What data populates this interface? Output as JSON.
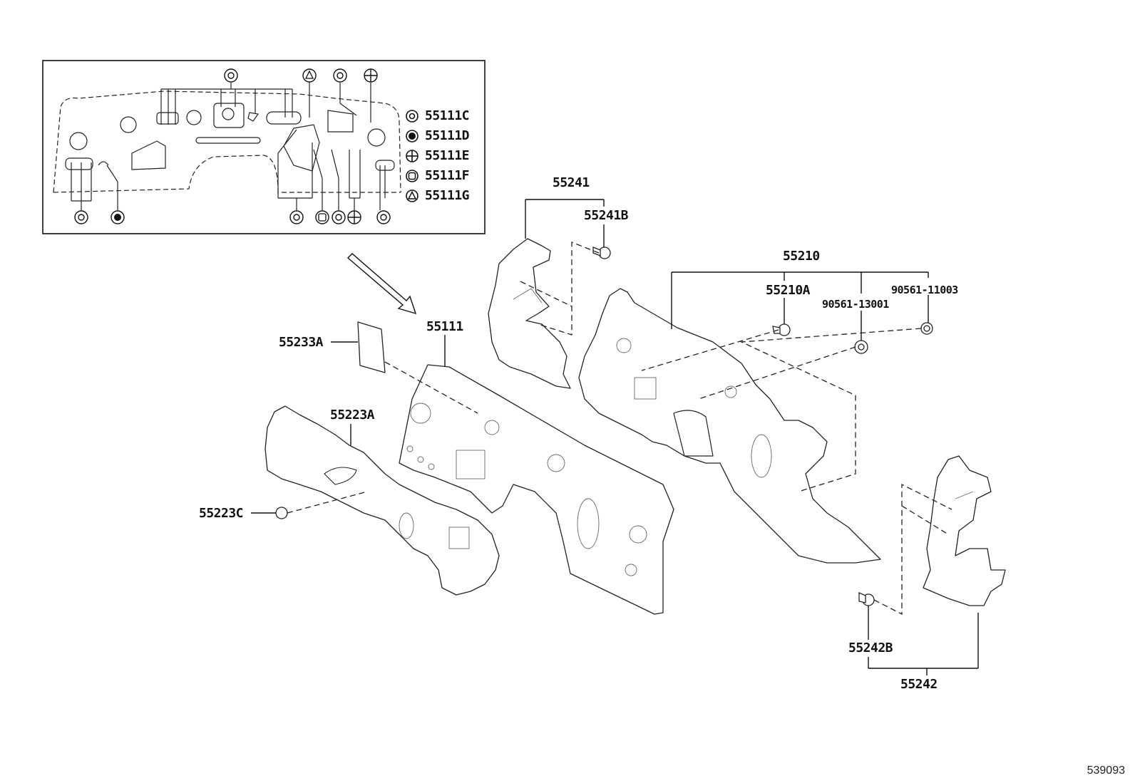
{
  "labels": {
    "p55241": "55241",
    "p55241B": "55241B",
    "p55210": "55210",
    "p55210A": "55210A",
    "p90561_11003": "90561-11003",
    "p90561_13001": "90561-13001",
    "p55111": "55111",
    "p55233A": "55233A",
    "p55223A": "55223A",
    "p55223C": "55223C",
    "p55242B": "55242B",
    "p55242": "55242"
  },
  "legend": [
    {
      "symbol": "double-circle-icon",
      "part": "55111C"
    },
    {
      "symbol": "filled-circle-icon",
      "part": "55111D"
    },
    {
      "symbol": "cross-circle-icon",
      "part": "55111E"
    },
    {
      "symbol": "square-circle-icon",
      "part": "55111F"
    },
    {
      "symbol": "triangle-circle-icon",
      "part": "55111G"
    }
  ],
  "diagram_id": "539093"
}
